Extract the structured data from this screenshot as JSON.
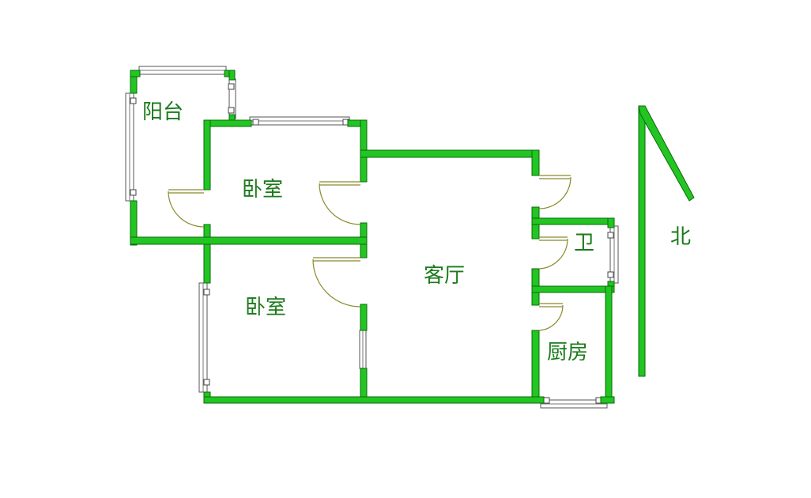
{
  "rooms": {
    "balcony": "阳台",
    "bedroom_top": "卧室",
    "bedroom_bottom": "卧室",
    "living_room": "客厅",
    "bathroom": "卫",
    "kitchen": "厨房"
  },
  "compass": {
    "label": "北"
  },
  "colors": {
    "wall": "#22c522",
    "text": "#1a7a1a",
    "door": "#8a8a2a"
  }
}
